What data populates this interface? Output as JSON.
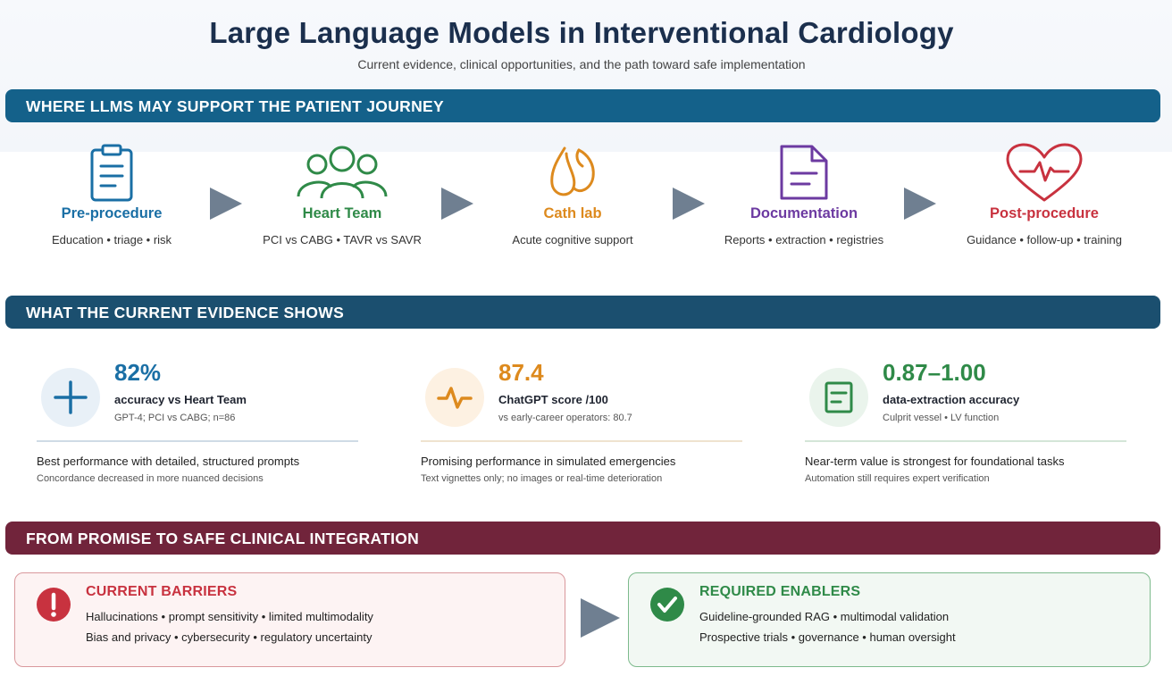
{
  "header": {
    "title": "Large Language Models in Interventional Cardiology",
    "subtitle": "Current evidence, clinical opportunities, and the path toward safe implementation"
  },
  "sections": {
    "journey": "WHERE LLMS MAY SUPPORT THE PATIENT JOURNEY",
    "evidence": "WHAT THE CURRENT EVIDENCE SHOWS",
    "integration": "FROM PROMISE TO SAFE CLINICAL INTEGRATION"
  },
  "journey": [
    {
      "label": "Pre-procedure",
      "desc": "Education • triage • risk",
      "icon": "clipboard-icon",
      "color": "#1a6fa5"
    },
    {
      "label": "Heart Team",
      "desc": "PCI vs CABG • TAVR vs SAVR",
      "icon": "team-icon",
      "color": "#2f8a48"
    },
    {
      "label": "Cath lab",
      "desc": "Acute cognitive support",
      "icon": "catheter-icon",
      "color": "#dd8a1e"
    },
    {
      "label": "Documentation",
      "desc": "Reports • extraction • registries",
      "icon": "document-icon",
      "color": "#6c3aa1"
    },
    {
      "label": "Post-procedure",
      "desc": "Guidance • follow-up • training",
      "icon": "heartbeat-icon",
      "color": "#c8323f"
    }
  ],
  "evidence": [
    {
      "value": "82%",
      "label": "accuracy vs Heart Team",
      "note": "GPT-4; PCI vs CABG; n=86",
      "text": "Best performance with detailed, structured prompts",
      "sub": "Concordance decreased in more nuanced decisions",
      "icon": "plus-icon",
      "color": "#1a6fa5",
      "bg": "#e8f0f7",
      "rule": "#cfdbe6"
    },
    {
      "value": "87.4",
      "label": "ChatGPT score /100",
      "note": "vs early-career operators: 80.7",
      "text": "Promising performance in simulated emergencies",
      "sub": "Text vignettes only; no images or real-time deterioration",
      "icon": "pulse-icon",
      "color": "#dd8a1e",
      "bg": "#fdf1e2",
      "rule": "#efe3cf"
    },
    {
      "value": "0.87–1.00",
      "label": "data-extraction accuracy",
      "note": "Culprit vessel • LV function",
      "text": "Near-term value is strongest for foundational tasks",
      "sub": "Automation still requires expert verification",
      "icon": "document-icon",
      "color": "#2f8a48",
      "bg": "#eaf4ec",
      "rule": "#d4e6d8"
    }
  ],
  "barriers": {
    "title": "CURRENT BARRIERS",
    "line1": "Hallucinations • prompt sensitivity • limited multimodality",
    "line2": "Bias and privacy • cybersecurity • regulatory uncertainty",
    "icon": "exclamation-icon",
    "color": "#c8323f"
  },
  "enablers": {
    "title": "REQUIRED ENABLERS",
    "line1": "Guideline-grounded RAG • multimodal validation",
    "line2": "Prospective trials • governance • human oversight",
    "icon": "check-icon",
    "color": "#2f8a48"
  }
}
